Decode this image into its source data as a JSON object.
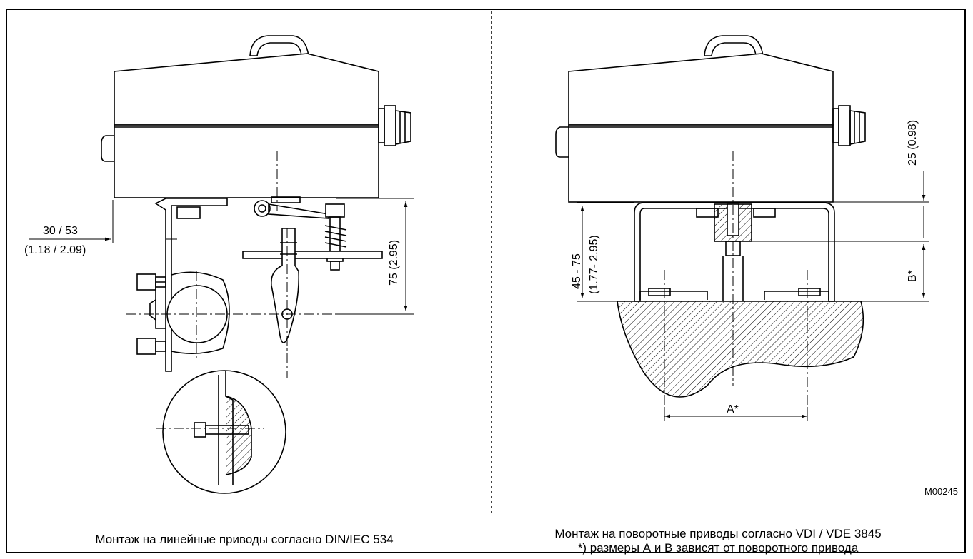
{
  "left_view": {
    "caption": "Монтаж на линейные приводы согласно DIN/IEC 534",
    "dim_offset_metric": "30 / 53",
    "dim_offset_inch": "(1.18 / 2.09)",
    "dim_height": "75 (2.95)"
  },
  "right_view": {
    "caption_line1": "Монтаж на поворотные приводы согласно VDI / VDE 3845",
    "caption_line2": "*) размеры А и В зависят от поворотного привода",
    "dim_gap": "25 (0.98)",
    "dim_bracket_metric": "45 - 75",
    "dim_bracket_inch": "(1.77- 2.95)",
    "dim_a": "A*",
    "dim_b": "B*"
  },
  "drawing_code": "M00245"
}
